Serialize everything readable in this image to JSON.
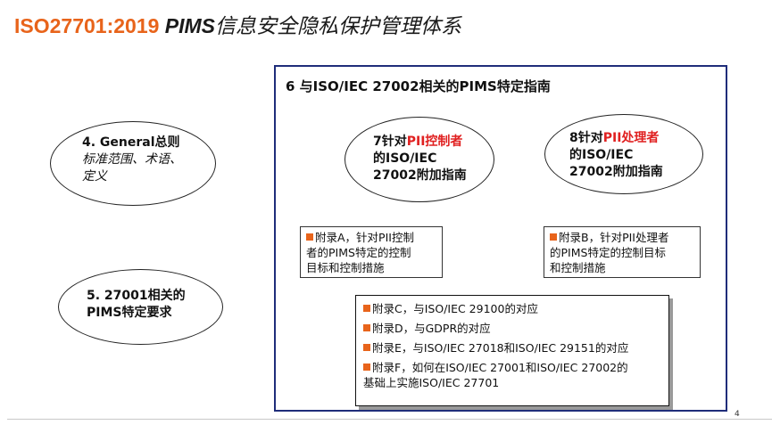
{
  "title": {
    "part1": "ISO27701:2019 ",
    "part2": "PIMS",
    "part3": "信息安全隐私保护管理体系"
  },
  "frame": {
    "title": "6 与ISO/IEC 27002相关的PIMS特定指南"
  },
  "ellipses": {
    "general": {
      "line1": "4. General总则",
      "line2": "标准范围、术语、",
      "line3": "定义"
    },
    "pims": {
      "line1": "5. 27001相关的",
      "line2": "PIMS特定要求"
    },
    "controller": {
      "prefix": "7针对",
      "highlight": "PII控制者",
      "line2": "的ISO/IEC",
      "line3": "27002附加指南"
    },
    "processor": {
      "prefix": "8针对",
      "highlight": "PII处理者",
      "line2": "的ISO/IEC",
      "line3": "27002附加指南"
    }
  },
  "annexA": {
    "line1": "附录A，针对PII控制",
    "line2": "者的PIMS特定的控制",
    "line3": "目标和控制措施"
  },
  "annexB": {
    "line1": "附录B，针对PII处理者",
    "line2": "的PIMS特定的控制目标",
    "line3": "和控制措施"
  },
  "annexes": {
    "c": "附录C，与ISO/IEC 29100的对应",
    "d": "附录D，与GDPR的对应",
    "e": "附录E，与ISO/IEC 27018和ISO/IEC 29151的对应",
    "f1": "附录F，如何在ISO/IEC 27001和ISO/IEC 27002的",
    "f2": "基础上实施ISO/IEC 27701"
  },
  "page_number": "4",
  "colors": {
    "accent": "#e8641b",
    "frame": "#1f2d7a",
    "highlight": "#e02020"
  }
}
